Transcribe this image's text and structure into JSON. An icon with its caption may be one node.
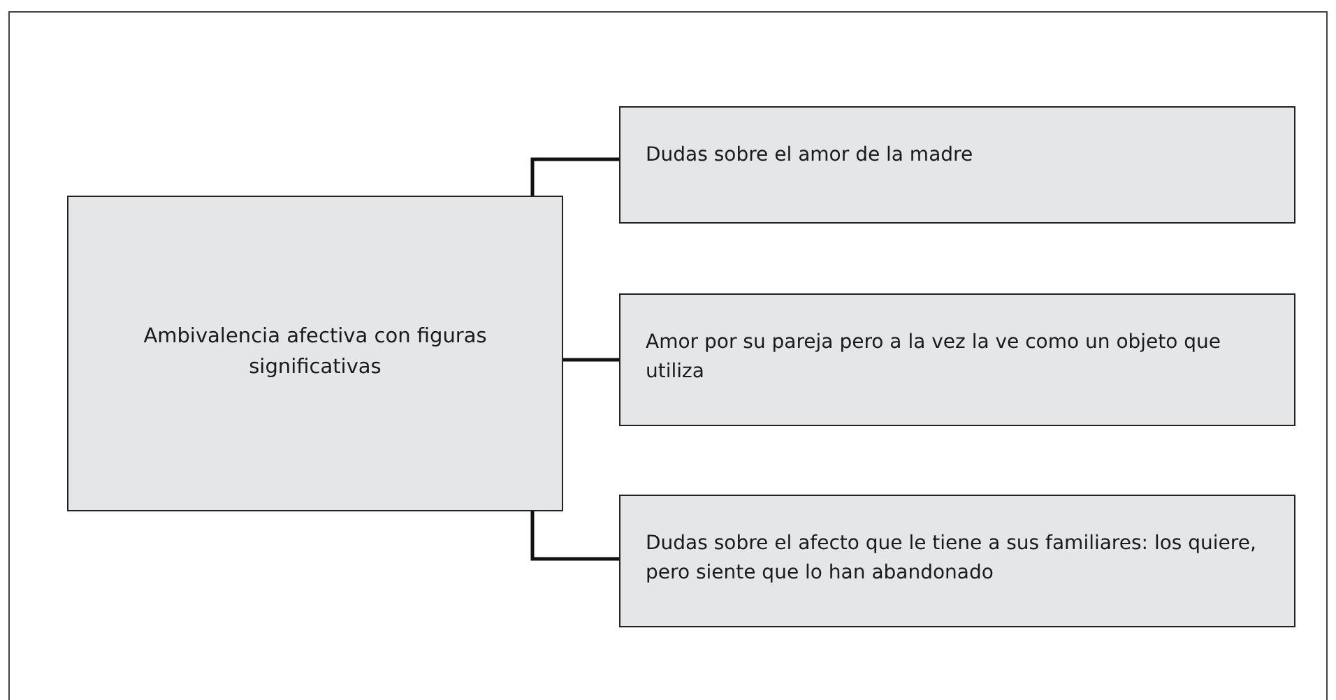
{
  "diagram": {
    "nodes": [
      {
        "text": [
          "Ambivalencia afectiva con figuras significativas"
        ]
      },
      {
        "text": [
          "Dudas sobre el amor de la madre"
        ]
      },
      {
        "text": [
          "Amor por su pareja pero a la vez la ve como un objeto que utiliza"
        ]
      },
      {
        "text": [
          "Dudas sobre el afecto que le tiene a sus familiares: los quiere, pero siente que lo han abandonado"
        ]
      }
    ],
    "edges": [
      {
        "from": 0,
        "to": 1,
        "arrow": "none"
      },
      {
        "from": 0,
        "to": 2,
        "arrow": "none"
      },
      {
        "from": 0,
        "to": 3,
        "arrow": "none"
      }
    ]
  }
}
